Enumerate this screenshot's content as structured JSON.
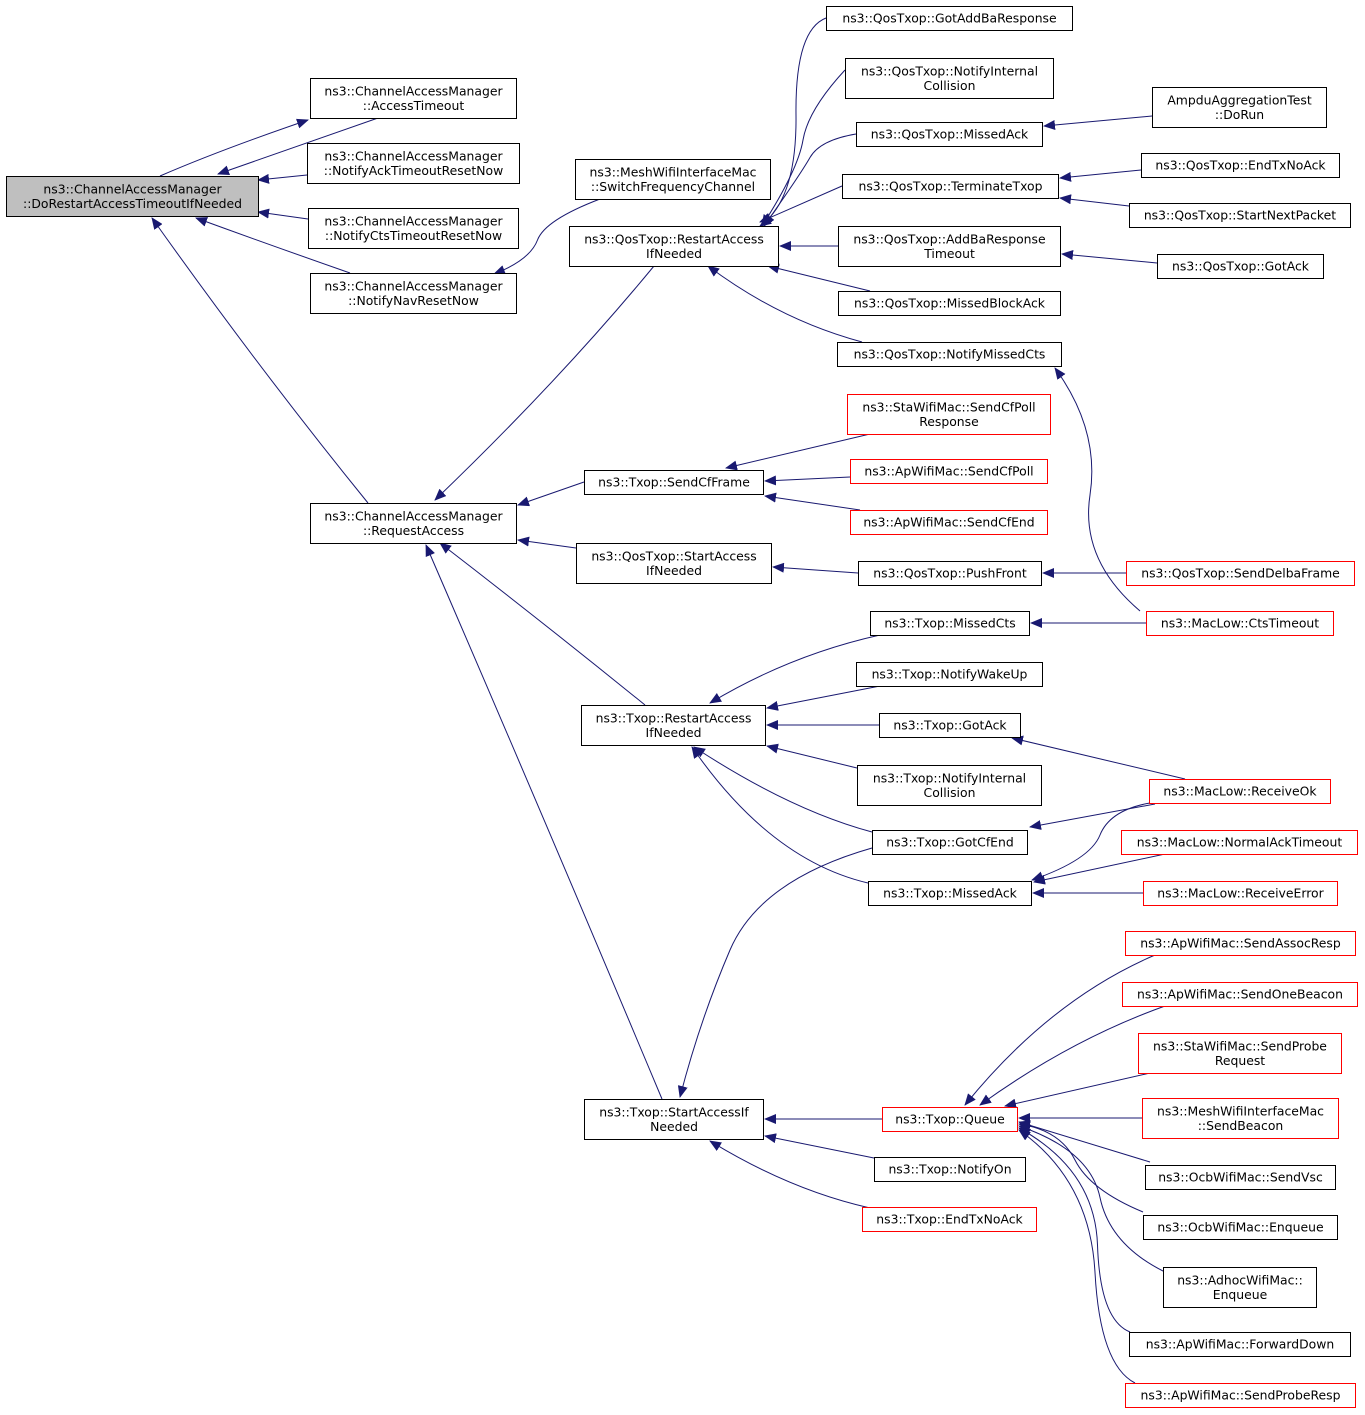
{
  "colors": {
    "edge": "#191970",
    "arrow": "#191970",
    "node_border": "#000000",
    "node_border_truncated": "#ff0000",
    "root_fill": "#bfbfbf",
    "node_fill": "#ffffff"
  },
  "graph": {
    "root": "n1",
    "nodes": [
      {
        "id": "n1",
        "lines": [
          "ns3::ChannelAccessManager",
          "::DoRestartAccessTimeoutIfNeeded"
        ],
        "style": "root"
      },
      {
        "id": "n2",
        "lines": [
          "ns3::ChannelAccessManager",
          "::AccessTimeout"
        ],
        "style": "normal"
      },
      {
        "id": "n3",
        "lines": [
          "ns3::ChannelAccessManager",
          "::NotifyAckTimeoutResetNow"
        ],
        "style": "normal"
      },
      {
        "id": "n4",
        "lines": [
          "ns3::ChannelAccessManager",
          "::NotifyCtsTimeoutResetNow"
        ],
        "style": "normal"
      },
      {
        "id": "n5",
        "lines": [
          "ns3::ChannelAccessManager",
          "::NotifyNavResetNow"
        ],
        "style": "normal"
      },
      {
        "id": "n6",
        "lines": [
          "ns3::ChannelAccessManager",
          "::RequestAccess"
        ],
        "style": "normal"
      },
      {
        "id": "n7",
        "lines": [
          "ns3::MeshWifiInterfaceMac",
          "::SwitchFrequencyChannel"
        ],
        "style": "normal"
      },
      {
        "id": "n8",
        "lines": [
          "ns3::QosTxop::RestartAccess",
          "IfNeeded"
        ],
        "style": "normal"
      },
      {
        "id": "n9",
        "lines": [
          "ns3::Txop::SendCfFrame"
        ],
        "style": "normal"
      },
      {
        "id": "n10",
        "lines": [
          "ns3::QosTxop::StartAccess",
          "IfNeeded"
        ],
        "style": "normal"
      },
      {
        "id": "n11",
        "lines": [
          "ns3::Txop::RestartAccess",
          "IfNeeded"
        ],
        "style": "normal"
      },
      {
        "id": "n12",
        "lines": [
          "ns3::Txop::StartAccessIf",
          "Needed"
        ],
        "style": "normal"
      },
      {
        "id": "n13",
        "lines": [
          "ns3::QosTxop::GotAddBaResponse"
        ],
        "style": "normal"
      },
      {
        "id": "n14",
        "lines": [
          "ns3::QosTxop::NotifyInternal",
          "Collision"
        ],
        "style": "normal"
      },
      {
        "id": "n15",
        "lines": [
          "ns3::QosTxop::MissedAck"
        ],
        "style": "normal"
      },
      {
        "id": "n16",
        "lines": [
          "ns3::QosTxop::TerminateTxop"
        ],
        "style": "normal"
      },
      {
        "id": "n17",
        "lines": [
          "ns3::QosTxop::AddBaResponse",
          "Timeout"
        ],
        "style": "normal"
      },
      {
        "id": "n18",
        "lines": [
          "ns3::QosTxop::MissedBlockAck"
        ],
        "style": "normal"
      },
      {
        "id": "n19",
        "lines": [
          "ns3::QosTxop::NotifyMissedCts"
        ],
        "style": "normal"
      },
      {
        "id": "n20",
        "lines": [
          "ns3::StaWifiMac::SendCfPoll",
          "Response"
        ],
        "style": "truncated"
      },
      {
        "id": "n21",
        "lines": [
          "ns3::ApWifiMac::SendCfPoll"
        ],
        "style": "truncated"
      },
      {
        "id": "n22",
        "lines": [
          "ns3::ApWifiMac::SendCfEnd"
        ],
        "style": "truncated"
      },
      {
        "id": "n23",
        "lines": [
          "ns3::QosTxop::PushFront"
        ],
        "style": "normal"
      },
      {
        "id": "n24",
        "lines": [
          "ns3::Txop::MissedCts"
        ],
        "style": "normal"
      },
      {
        "id": "n25",
        "lines": [
          "ns3::Txop::NotifyWakeUp"
        ],
        "style": "normal"
      },
      {
        "id": "n26",
        "lines": [
          "ns3::Txop::GotAck"
        ],
        "style": "normal"
      },
      {
        "id": "n27",
        "lines": [
          "ns3::Txop::NotifyInternal",
          "Collision"
        ],
        "style": "normal"
      },
      {
        "id": "n28",
        "lines": [
          "ns3::Txop::GotCfEnd"
        ],
        "style": "normal"
      },
      {
        "id": "n29",
        "lines": [
          "ns3::Txop::MissedAck"
        ],
        "style": "normal"
      },
      {
        "id": "n30",
        "lines": [
          "ns3::Txop::Queue"
        ],
        "style": "truncated"
      },
      {
        "id": "n31",
        "lines": [
          "ns3::Txop::NotifyOn"
        ],
        "style": "normal"
      },
      {
        "id": "n32",
        "lines": [
          "ns3::Txop::EndTxNoAck"
        ],
        "style": "truncated"
      },
      {
        "id": "n33",
        "lines": [
          "AmpduAggregationTest",
          "::DoRun"
        ],
        "style": "normal"
      },
      {
        "id": "n34",
        "lines": [
          "ns3::QosTxop::EndTxNoAck"
        ],
        "style": "normal"
      },
      {
        "id": "n35",
        "lines": [
          "ns3::QosTxop::StartNextPacket"
        ],
        "style": "normal"
      },
      {
        "id": "n36",
        "lines": [
          "ns3::QosTxop::GotAck"
        ],
        "style": "normal"
      },
      {
        "id": "n37",
        "lines": [
          "ns3::QosTxop::SendDelbaFrame"
        ],
        "style": "truncated"
      },
      {
        "id": "n38",
        "lines": [
          "ns3::MacLow::CtsTimeout"
        ],
        "style": "truncated"
      },
      {
        "id": "n39",
        "lines": [
          "ns3::MacLow::ReceiveOk"
        ],
        "style": "truncated"
      },
      {
        "id": "n40",
        "lines": [
          "ns3::MacLow::NormalAckTimeout"
        ],
        "style": "truncated"
      },
      {
        "id": "n41",
        "lines": [
          "ns3::MacLow::ReceiveError"
        ],
        "style": "truncated"
      },
      {
        "id": "n42",
        "lines": [
          "ns3::ApWifiMac::SendAssocResp"
        ],
        "style": "truncated"
      },
      {
        "id": "n43",
        "lines": [
          "ns3::ApWifiMac::SendOneBeacon"
        ],
        "style": "truncated"
      },
      {
        "id": "n44",
        "lines": [
          "ns3::StaWifiMac::SendProbe",
          "Request"
        ],
        "style": "truncated"
      },
      {
        "id": "n45",
        "lines": [
          "ns3::MeshWifiInterfaceMac",
          "::SendBeacon"
        ],
        "style": "truncated"
      },
      {
        "id": "n46",
        "lines": [
          "ns3::OcbWifiMac::SendVsc"
        ],
        "style": "normal"
      },
      {
        "id": "n47",
        "lines": [
          "ns3::OcbWifiMac::Enqueue"
        ],
        "style": "normal"
      },
      {
        "id": "n48",
        "lines": [
          "ns3::AdhocWifiMac::",
          "Enqueue"
        ],
        "style": "normal"
      },
      {
        "id": "n49",
        "lines": [
          "ns3::ApWifiMac::ForwardDown"
        ],
        "style": "normal"
      },
      {
        "id": "n50",
        "lines": [
          "ns3::ApWifiMac::SendProbeResp"
        ],
        "style": "truncated"
      }
    ],
    "edges": [
      {
        "caller": "n2",
        "callee": "n1"
      },
      {
        "caller": "n1",
        "callee": "n2"
      },
      {
        "caller": "n3",
        "callee": "n1"
      },
      {
        "caller": "n4",
        "callee": "n1"
      },
      {
        "caller": "n5",
        "callee": "n1"
      },
      {
        "caller": "n6",
        "callee": "n1"
      },
      {
        "caller": "n7",
        "callee": "n5"
      },
      {
        "caller": "n8",
        "callee": "n6"
      },
      {
        "caller": "n9",
        "callee": "n6"
      },
      {
        "caller": "n10",
        "callee": "n6"
      },
      {
        "caller": "n11",
        "callee": "n6"
      },
      {
        "caller": "n12",
        "callee": "n6"
      },
      {
        "caller": "n13",
        "callee": "n8"
      },
      {
        "caller": "n14",
        "callee": "n8"
      },
      {
        "caller": "n15",
        "callee": "n8"
      },
      {
        "caller": "n16",
        "callee": "n8"
      },
      {
        "caller": "n17",
        "callee": "n8"
      },
      {
        "caller": "n18",
        "callee": "n8"
      },
      {
        "caller": "n19",
        "callee": "n8"
      },
      {
        "caller": "n20",
        "callee": "n9"
      },
      {
        "caller": "n21",
        "callee": "n9"
      },
      {
        "caller": "n22",
        "callee": "n9"
      },
      {
        "caller": "n23",
        "callee": "n10"
      },
      {
        "caller": "n24",
        "callee": "n11"
      },
      {
        "caller": "n25",
        "callee": "n11"
      },
      {
        "caller": "n26",
        "callee": "n11"
      },
      {
        "caller": "n27",
        "callee": "n11"
      },
      {
        "caller": "n28",
        "callee": "n11"
      },
      {
        "caller": "n29",
        "callee": "n11"
      },
      {
        "caller": "n28",
        "callee": "n12"
      },
      {
        "caller": "n30",
        "callee": "n12"
      },
      {
        "caller": "n31",
        "callee": "n12"
      },
      {
        "caller": "n32",
        "callee": "n12"
      },
      {
        "caller": "n33",
        "callee": "n15"
      },
      {
        "caller": "n34",
        "callee": "n16"
      },
      {
        "caller": "n35",
        "callee": "n16"
      },
      {
        "caller": "n36",
        "callee": "n17"
      },
      {
        "caller": "n38",
        "callee": "n19"
      },
      {
        "caller": "n37",
        "callee": "n23"
      },
      {
        "caller": "n38",
        "callee": "n24"
      },
      {
        "caller": "n39",
        "callee": "n26"
      },
      {
        "caller": "n39",
        "callee": "n28"
      },
      {
        "caller": "n39",
        "callee": "n29"
      },
      {
        "caller": "n40",
        "callee": "n29"
      },
      {
        "caller": "n41",
        "callee": "n29"
      },
      {
        "caller": "n42",
        "callee": "n30"
      },
      {
        "caller": "n43",
        "callee": "n30"
      },
      {
        "caller": "n44",
        "callee": "n30"
      },
      {
        "caller": "n45",
        "callee": "n30"
      },
      {
        "caller": "n46",
        "callee": "n30"
      },
      {
        "caller": "n47",
        "callee": "n30"
      },
      {
        "caller": "n48",
        "callee": "n30"
      },
      {
        "caller": "n49",
        "callee": "n30"
      },
      {
        "caller": "n50",
        "callee": "n30"
      }
    ]
  }
}
